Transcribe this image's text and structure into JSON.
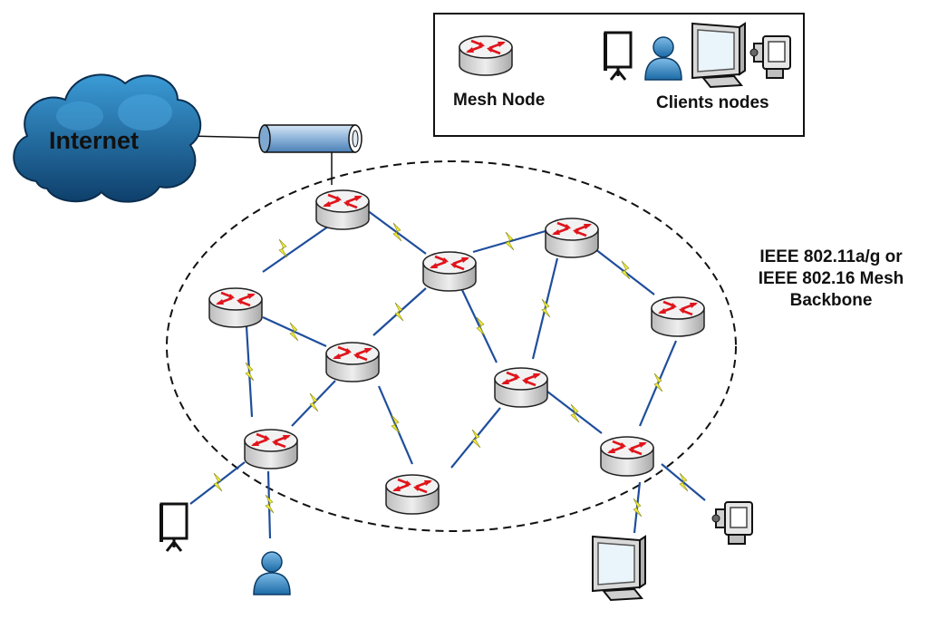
{
  "legend": {
    "mesh_node_label": "Mesh Node",
    "clients_label": "Clients nodes"
  },
  "internet_label": "Internet",
  "backbone_label": [
    "IEEE 802.11a/g or",
    "IEEE 802.16 Mesh",
    "Backbone"
  ],
  "colors": {
    "router_body": "#d9d9d9",
    "router_arrow": "#e0141b",
    "wireless_bolt": "#f4ee3c",
    "wireless_line": "#1f4e9c",
    "cloud": "#1f6fa8",
    "gateway_pipe": "#8db3d9"
  },
  "icons": [
    "router-icon",
    "presentation-board-icon",
    "user-icon",
    "monitor-icon",
    "video-camera-icon",
    "cloud-icon",
    "gateway-pipe-icon"
  ]
}
